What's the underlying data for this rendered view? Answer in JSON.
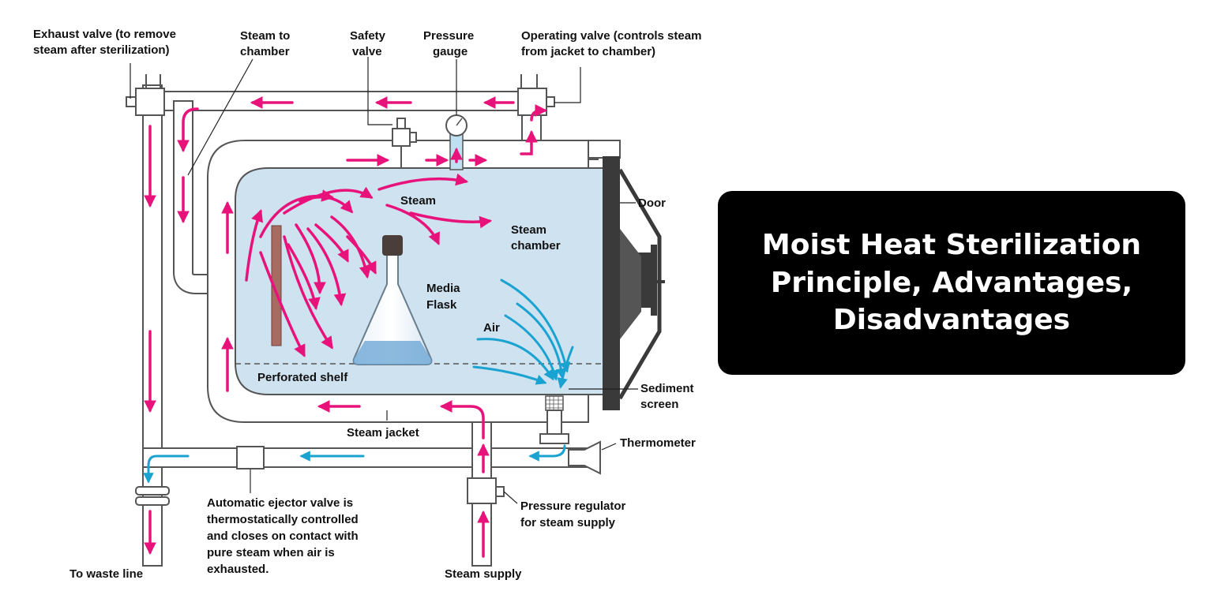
{
  "title": {
    "lines": [
      "Moist Heat Sterilization",
      "Principle, Advantages,",
      "Disadvantages"
    ]
  },
  "diagram": {
    "labels": {
      "exhaust_valve_1": "Exhaust valve (to remove",
      "exhaust_valve_2": "steam after sterilization)",
      "steam_to_chamber_1": "Steam to",
      "steam_to_chamber_2": "chamber",
      "safety_valve_1": "Safety",
      "safety_valve_2": "valve",
      "pressure_gauge_1": "Pressure",
      "pressure_gauge_2": "gauge",
      "operating_valve_1": "Operating valve (controls steam",
      "operating_valve_2": "from jacket to chamber)",
      "steam": "Steam",
      "steam_chamber_1": "Steam",
      "steam_chamber_2": "chamber",
      "door": "Door",
      "media_flask_1": "Media",
      "media_flask_2": "Flask",
      "air": "Air",
      "perforated_shelf": "Perforated shelf",
      "sediment_screen_1": "Sediment",
      "sediment_screen_2": "screen",
      "steam_jacket": "Steam jacket",
      "thermometer": "Thermometer",
      "ejector_1": "Automatic ejector valve is",
      "ejector_2": "thermostatically controlled",
      "ejector_3": "and closes on contact with",
      "ejector_4": "pure steam when air is",
      "ejector_5": "exhausted.",
      "pressure_regulator_1": "Pressure regulator",
      "pressure_regulator_2": "for steam supply",
      "to_waste_line": "To waste line",
      "steam_supply": "Steam supply"
    },
    "colors": {
      "steam_arrow": "#e8137a",
      "air_arrow": "#1aa3d1",
      "chamber_fill": "#cfe2f0",
      "pipe_stroke": "#555555",
      "door": "#3a3a3a",
      "shelf_rod": "#a86b62"
    }
  }
}
